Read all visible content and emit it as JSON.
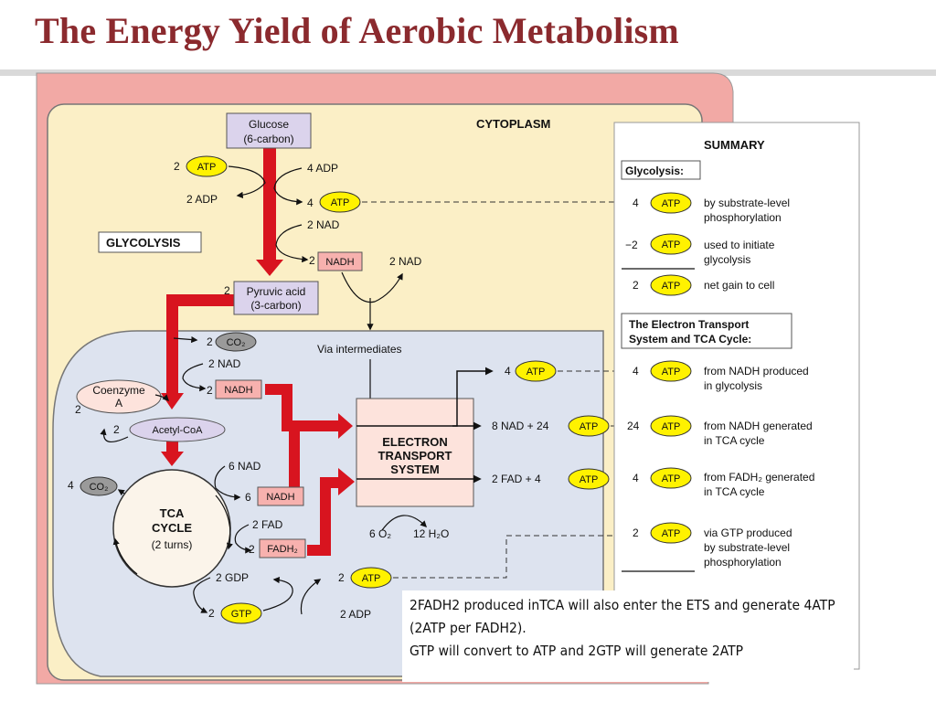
{
  "title": "The Energy Yield of Aerobic Metabolism",
  "diagram": {
    "cytoplasm_label": "CYTOPLASM",
    "glycolysis_label": "GLYCOLYSIS",
    "glucose_line1": "Glucose",
    "glucose_line2": "(6-carbon)",
    "pyruvic_line1": "Pyruvic acid",
    "pyruvic_line2": "(3-carbon)",
    "two": "2",
    "four": "4",
    "six": "6",
    "eight": "8",
    "atp": "ATP",
    "adp": "ADP",
    "nadh": "NADH",
    "fadh2": "FADH₂",
    "gtp": "GTP",
    "co2": "CO₂",
    "two_adp": "2 ADP",
    "four_adp": "4 ADP",
    "two_nad": "2 NAD",
    "six_nad": "6 NAD",
    "two_fad": "2 FAD",
    "two_gdp": "2 GDP",
    "via_intermediates": "Via intermediates",
    "coenzyme_line1": "Coenzyme",
    "coenzyme_line2": "A",
    "acetyl_coa": "Acetyl-CoA",
    "tca_line1": "TCA",
    "tca_line2": "CYCLE",
    "tca_line3": "(2 turns)",
    "ets_line1": "ELECTRON",
    "ets_line2": "TRANSPORT",
    "ets_line3": "SYSTEM",
    "ets_out_nad": "8 NAD + 24",
    "ets_out_fad": "2 FAD +  4",
    "o2": "6 O₂",
    "h2o": "12 H₂O"
  },
  "summary": {
    "heading": "SUMMARY",
    "glycolysis_header": "Glycolysis:",
    "ets_header_line1": "The Electron Transport",
    "ets_header_line2": "System and TCA Cycle:",
    "rows": [
      {
        "qty": "4",
        "line1": "by substrate-level",
        "line2": "phosphorylation"
      },
      {
        "qty": "−2",
        "line1": "used to initiate",
        "line2": "glycolysis"
      },
      {
        "qty": "2",
        "line1": "net gain to cell",
        "line2": ""
      },
      {
        "qty": "4",
        "line1": "from NADH produced",
        "line2": "in glycolysis"
      },
      {
        "qty": "24",
        "line1": "from NADH generated",
        "line2": "in TCA cycle"
      },
      {
        "qty": "4",
        "line1": "from FADH₂ generated",
        "line2": "in TCA cycle"
      },
      {
        "qty": "2",
        "line1": "via GTP produced",
        "line2": "by substrate-level"
      }
    ],
    "last_row_line3": "phosphorylation"
  },
  "note": {
    "line1": "2FADH2 produced inTCA will also enter the ETS and generate 4ATP",
    "line2": "(2ATP per FADH2).",
    "line3": "GTP will convert to ATP and 2GTP will generate 2ATP"
  },
  "colors": {
    "title": "#8b2a2e",
    "cell_wall": "#f2a9a5",
    "cytoplasm": "#fbefc6",
    "mitochondrion": "#dde3ef",
    "arrow_red": "#d8141f",
    "atp_fill": "#fff200",
    "nadh_fill": "#f7b1ae",
    "purple_box": "#dbd3ec",
    "ets_fill": "#fde3dc",
    "co2_fill": "#9a9a9a"
  }
}
